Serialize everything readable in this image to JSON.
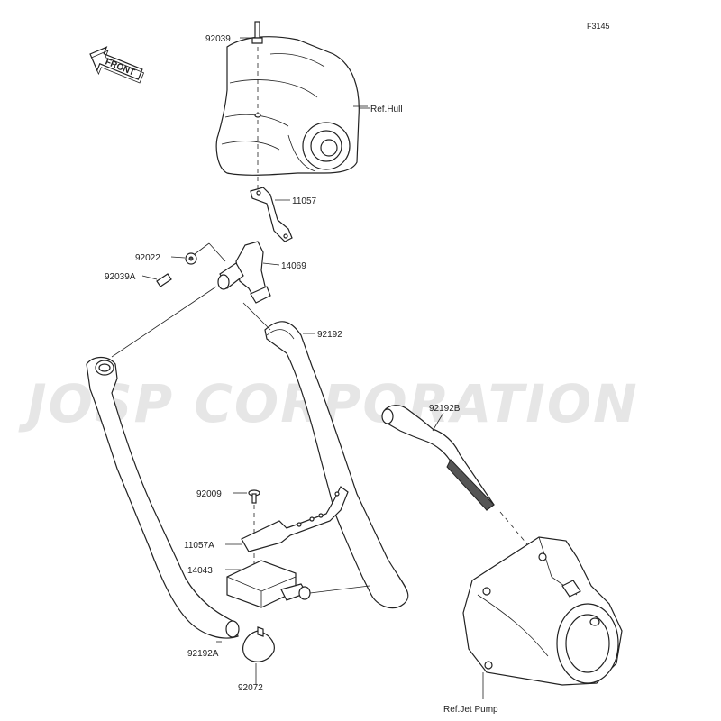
{
  "figure_code": "F3145",
  "watermark": "JOSP CORPORATION",
  "front_indicator": "FRONT",
  "parts": {
    "p92039": "92039",
    "ref_hull": "Ref.Hull",
    "p11057": "11057",
    "p92022": "92022",
    "p92039a": "92039A",
    "p14069": "14069",
    "p92192": "92192",
    "p92192b": "92192B",
    "p92009": "92009",
    "p11057a": "11057A",
    "p14043": "14043",
    "p92192a": "92192A",
    "p92072": "92072",
    "ref_jet_pump": "Ref.Jet Pump"
  }
}
